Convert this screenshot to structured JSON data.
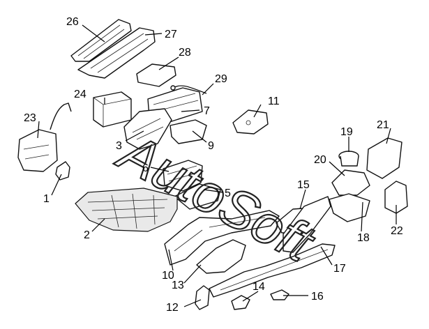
{
  "diagram": {
    "callouts": [
      {
        "id": "1",
        "label": "1"
      },
      {
        "id": "2",
        "label": "2"
      },
      {
        "id": "3",
        "label": "3"
      },
      {
        "id": "5",
        "label": "5"
      },
      {
        "id": "6",
        "label": "6"
      },
      {
        "id": "7",
        "label": "7"
      },
      {
        "id": "9",
        "label": "9"
      },
      {
        "id": "10",
        "label": "10"
      },
      {
        "id": "11",
        "label": "11"
      },
      {
        "id": "12",
        "label": "12"
      },
      {
        "id": "13",
        "label": "13"
      },
      {
        "id": "14",
        "label": "14"
      },
      {
        "id": "15",
        "label": "15"
      },
      {
        "id": "16",
        "label": "16"
      },
      {
        "id": "17",
        "label": "17"
      },
      {
        "id": "18",
        "label": "18"
      },
      {
        "id": "19",
        "label": "19"
      },
      {
        "id": "20",
        "label": "20"
      },
      {
        "id": "21",
        "label": "21"
      },
      {
        "id": "22",
        "label": "22"
      },
      {
        "id": "23",
        "label": "23"
      },
      {
        "id": "24",
        "label": "24"
      },
      {
        "id": "26",
        "label": "26"
      },
      {
        "id": "27",
        "label": "27"
      },
      {
        "id": "28",
        "label": "28"
      },
      {
        "id": "29",
        "label": "29"
      }
    ],
    "watermark": "AutoSoft"
  }
}
